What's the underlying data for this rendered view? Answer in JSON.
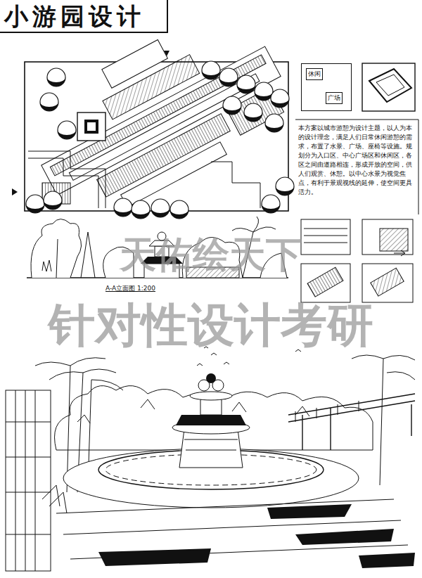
{
  "diagram": {
    "title": "小游园设计",
    "nodes": [
      {
        "text": [
          "休闲",
          "广场"
        ]
      }
    ],
    "labels": [
      "本方案以城市游憩为设计主题，以人为本的设计理念，满足人们日常休闲游憩的需求，布置了水景、广场、座椅等设施。规划分为入口区、中心广场区和休闲区，各区之间由道路相连，形成开放的空间，供人们观赏、休憩。以中心水景为视觉焦点，有利于景观视线的延伸，使空间更具活力。",
      "A-A立面图 1:200",
      "天佑绘天下",
      "针对性设计考研"
    ]
  }
}
